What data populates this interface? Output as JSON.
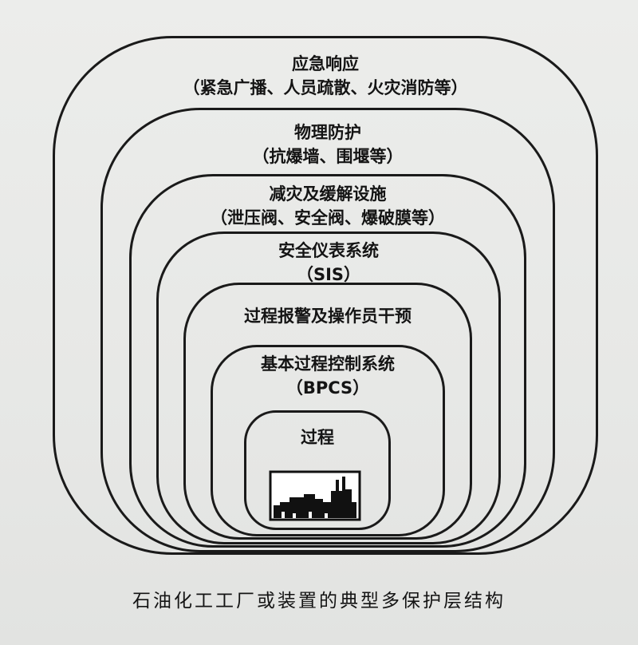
{
  "layers": [
    {
      "title": "应急响应",
      "subtitle": "（紧急广播、人员疏散、火灾消防等）"
    },
    {
      "title": "物理防护",
      "subtitle": "（抗爆墙、围堰等）"
    },
    {
      "title": "减灾及缓解设施",
      "subtitle": "（泄压阀、安全阀、爆破膜等）"
    },
    {
      "title": "安全仪表系统",
      "subtitle": "（SIS）"
    },
    {
      "title": "过程报警及操作员干预",
      "subtitle": ""
    },
    {
      "title": "基本过程控制系统",
      "subtitle": "（BPCS）"
    },
    {
      "title": "过程",
      "subtitle": ""
    }
  ],
  "caption": "石油化工工厂或装置的典型多保护层结构",
  "icon": "factory-icon"
}
